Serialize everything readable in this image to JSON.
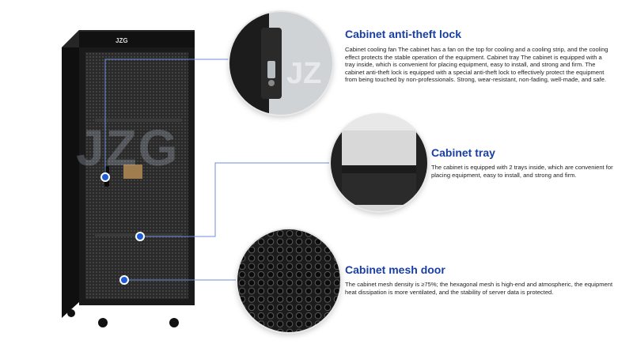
{
  "cabinet": {
    "logo_text": "JZG"
  },
  "features": [
    {
      "title": "Cabinet anti-theft lock",
      "description": "Cabinet cooling fan The cabinet has a fan on the top for cooling and a cooling strip, and the cooling effect protects the stable operation of the equipment. Cabinet tray The cabinet is equipped with a tray inside, which is convenient for placing equipment, easy to install, and strong and firm. The cabinet anti-theft lock is equipped with a special anti-theft lock to effectively protect the equipment from being touched by non-professionals. Strong, wear-resistant, non-fading, well-made, and safe."
    },
    {
      "title": "Cabinet tray",
      "description": "The cabinet is equipped with 2 trays inside, which are convenient for placing equipment, easy to install, and strong and firm."
    },
    {
      "title": "Cabinet mesh door",
      "description": "The cabinet mesh density is ≥75%; the hexagonal mesh is high-end and atmospheric, the equipment heat dissipation is more ventilated, and the stability of server data is protected."
    }
  ],
  "watermark": "JZG",
  "colors": {
    "title": "#1a3fa3",
    "connector": "#6f8fd8",
    "marker": "#1e5bd6",
    "cabinet": "#1c1c1c"
  }
}
